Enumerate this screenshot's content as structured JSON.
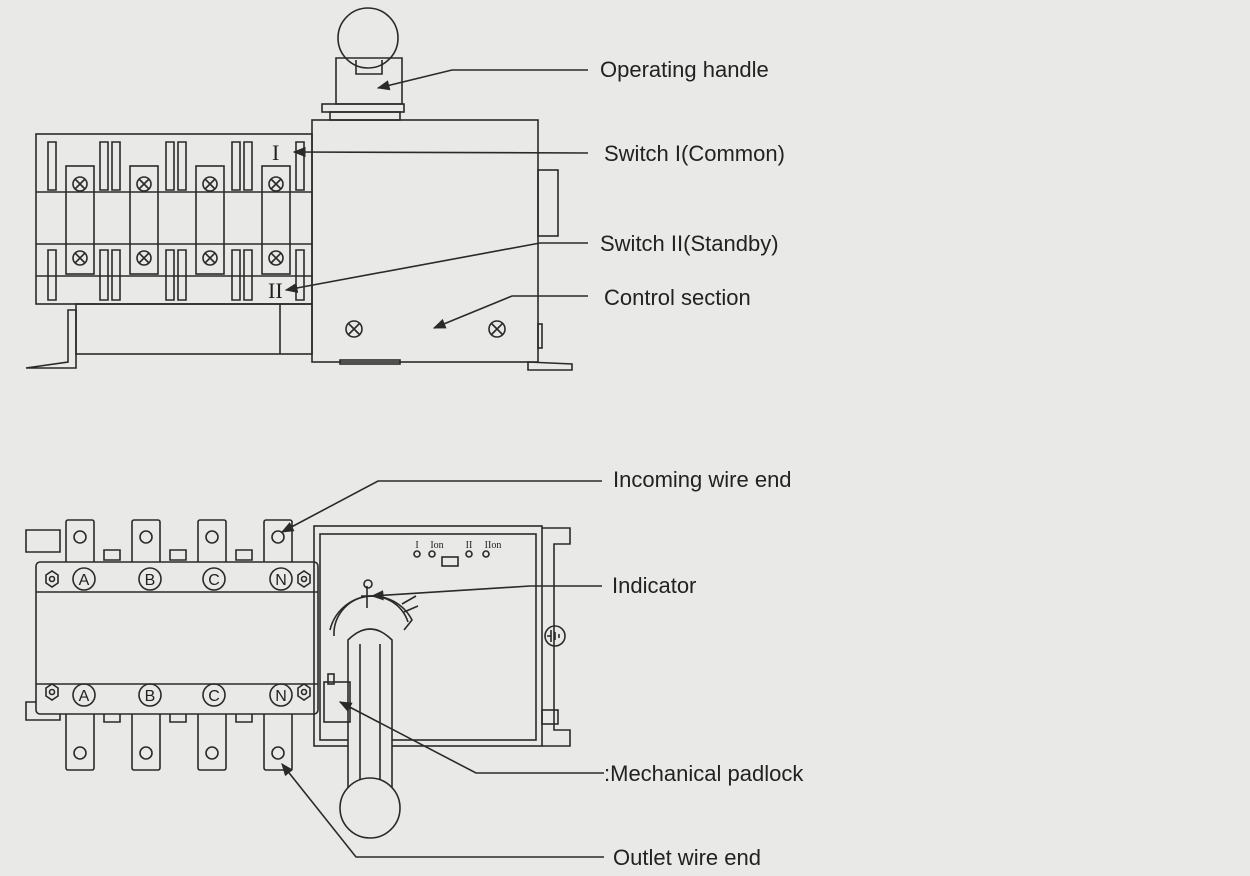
{
  "callouts": {
    "operating_handle": "Operating handle",
    "switch_common": "Switch I(Common)",
    "switch_standby": "Switch II(Standby)",
    "control_section": "Control section",
    "incoming_wire_end": "Incoming wire end",
    "indicator": "Indicator",
    "mechanical_padlock": ":Mechanical padlock",
    "outlet_wire_end": "Outlet wire end"
  },
  "top_view": {
    "switch1_mark": "I",
    "switch2_mark": "II"
  },
  "front_view": {
    "phases": [
      "A",
      "B",
      "C",
      "N"
    ],
    "indicator_labels": [
      "I",
      "Ion",
      "II",
      "IIon"
    ]
  },
  "colors": {
    "background": "#e9e9e7",
    "line": "#2a2a2a",
    "text": "#222222"
  }
}
